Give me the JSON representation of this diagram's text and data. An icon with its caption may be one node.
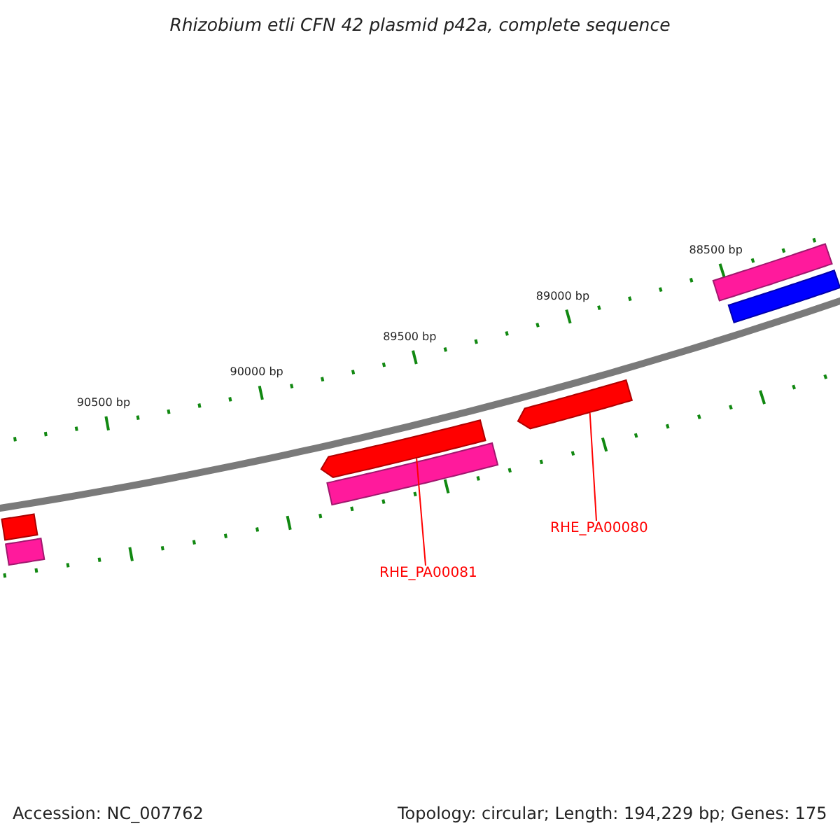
{
  "diagram": {
    "title": "Rhizobium etli CFN 42 plasmid p42a, complete sequence",
    "nodes": [
      {
        "text": [
          "RHE_PA00081"
        ]
      },
      {
        "text": [],
        "shape": "arrow"
      },
      {
        "text": [
          "RHE_PA00080"
        ]
      },
      {
        "text": [],
        "shape": "arrow"
      }
    ],
    "edges": [
      {
        "from": 0,
        "to": 1,
        "arrow": "none",
        "color": "#ff0000"
      },
      {
        "from": 2,
        "to": 3,
        "arrow": "none",
        "color": "#ff0000"
      }
    ],
    "labels": [
      "88500 bp",
      "89000 bp",
      "89500 bp",
      "90000 bp",
      "90500 bp",
      "Accession: NC_007762",
      "Topology: circular; Length: 194,229 bp; Genes: 175"
    ]
  }
}
